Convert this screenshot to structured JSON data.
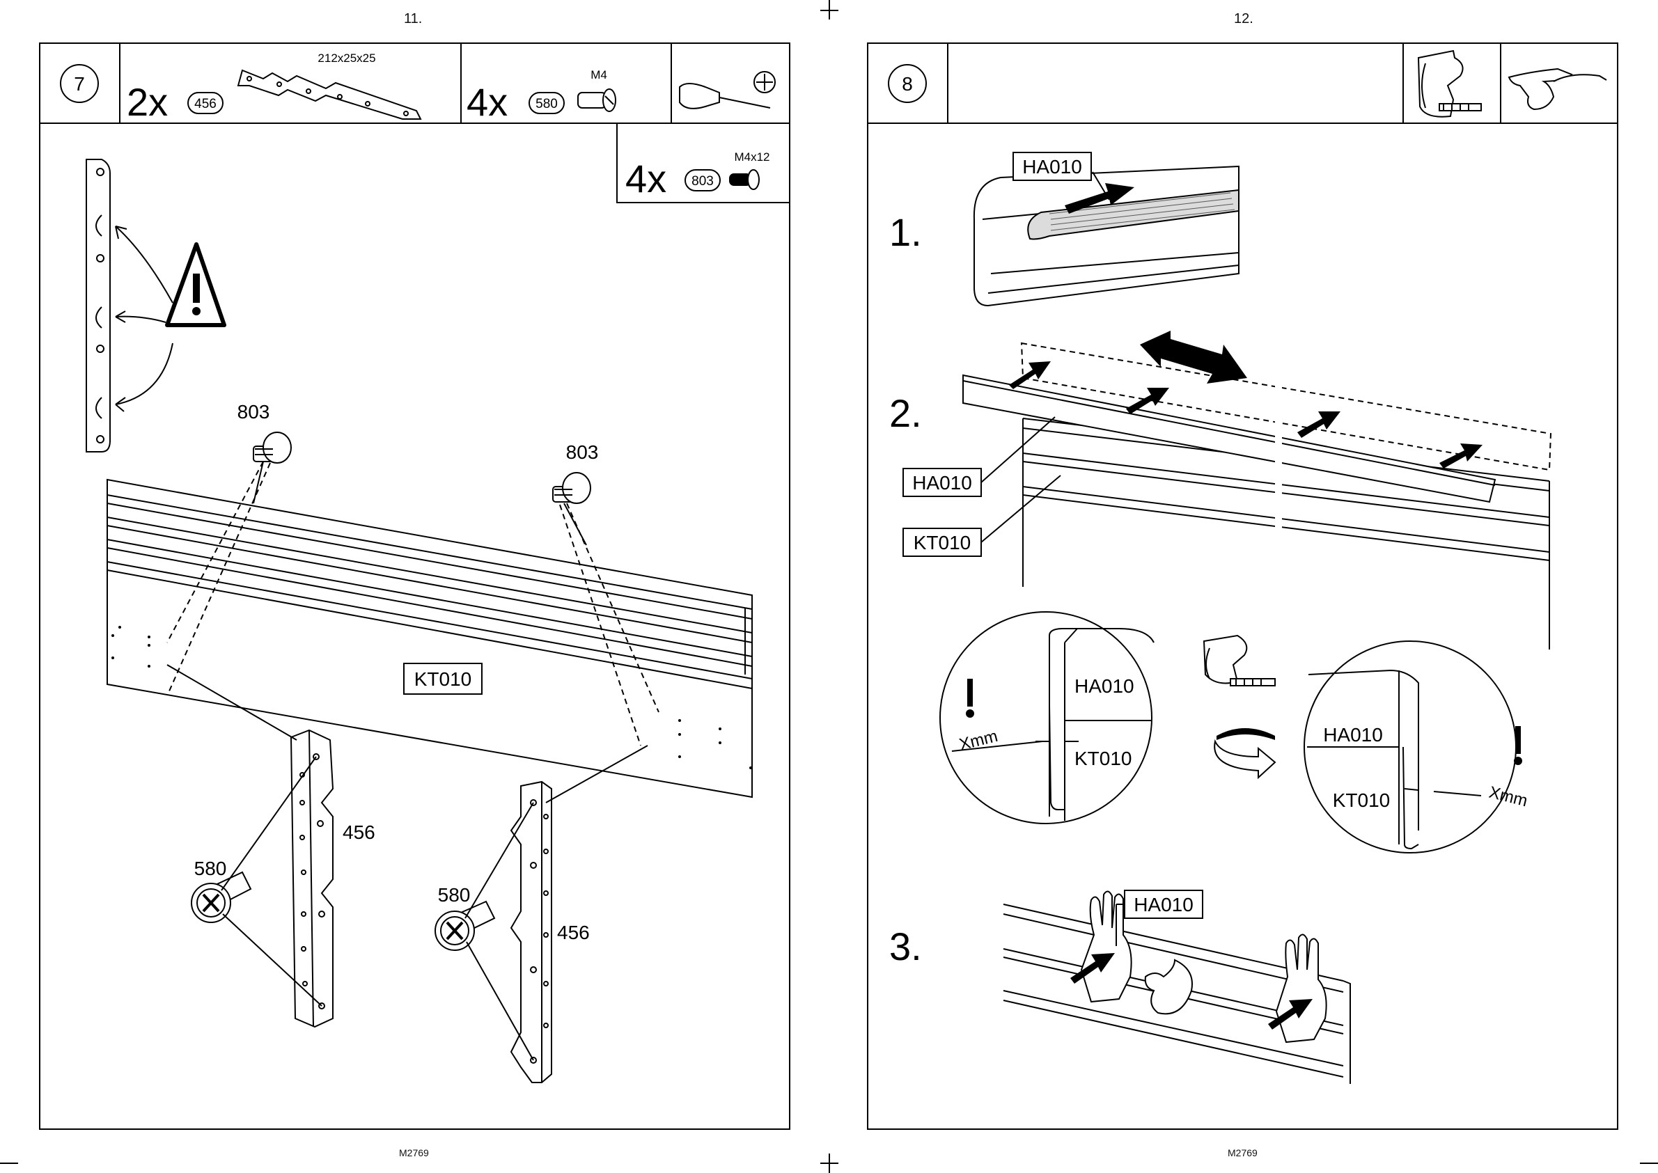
{
  "left_page": {
    "page_number": "11.",
    "footer": "M2769",
    "step": "7",
    "parts": [
      {
        "qty": "2x",
        "part": "456",
        "dim": "212x25x25"
      },
      {
        "qty": "4x",
        "part": "580",
        "dim": "M4"
      },
      {
        "qty": "4x",
        "part": "803",
        "dim": "M4x12"
      }
    ],
    "labels": {
      "screw_a": "803",
      "screw_b": "803",
      "panel": "KT010",
      "bracket_a": "456",
      "bracket_b": "456",
      "bolt_a": "580",
      "bolt_b": "580"
    }
  },
  "right_page": {
    "page_number": "12.",
    "footer": "M2769",
    "step": "8",
    "substeps": [
      "1.",
      "2.",
      "3."
    ],
    "labels": {
      "s1_rail": "HA010",
      "s2_rail": "HA010",
      "s2_panel": "KT010",
      "det_a_top": "HA010",
      "det_a_bottom": "KT010",
      "det_a_gap": "Xmm",
      "det_b_top": "HA010",
      "det_b_bottom": "KT010",
      "det_b_gap": "Xmm",
      "s3_rail": "HA010"
    }
  }
}
